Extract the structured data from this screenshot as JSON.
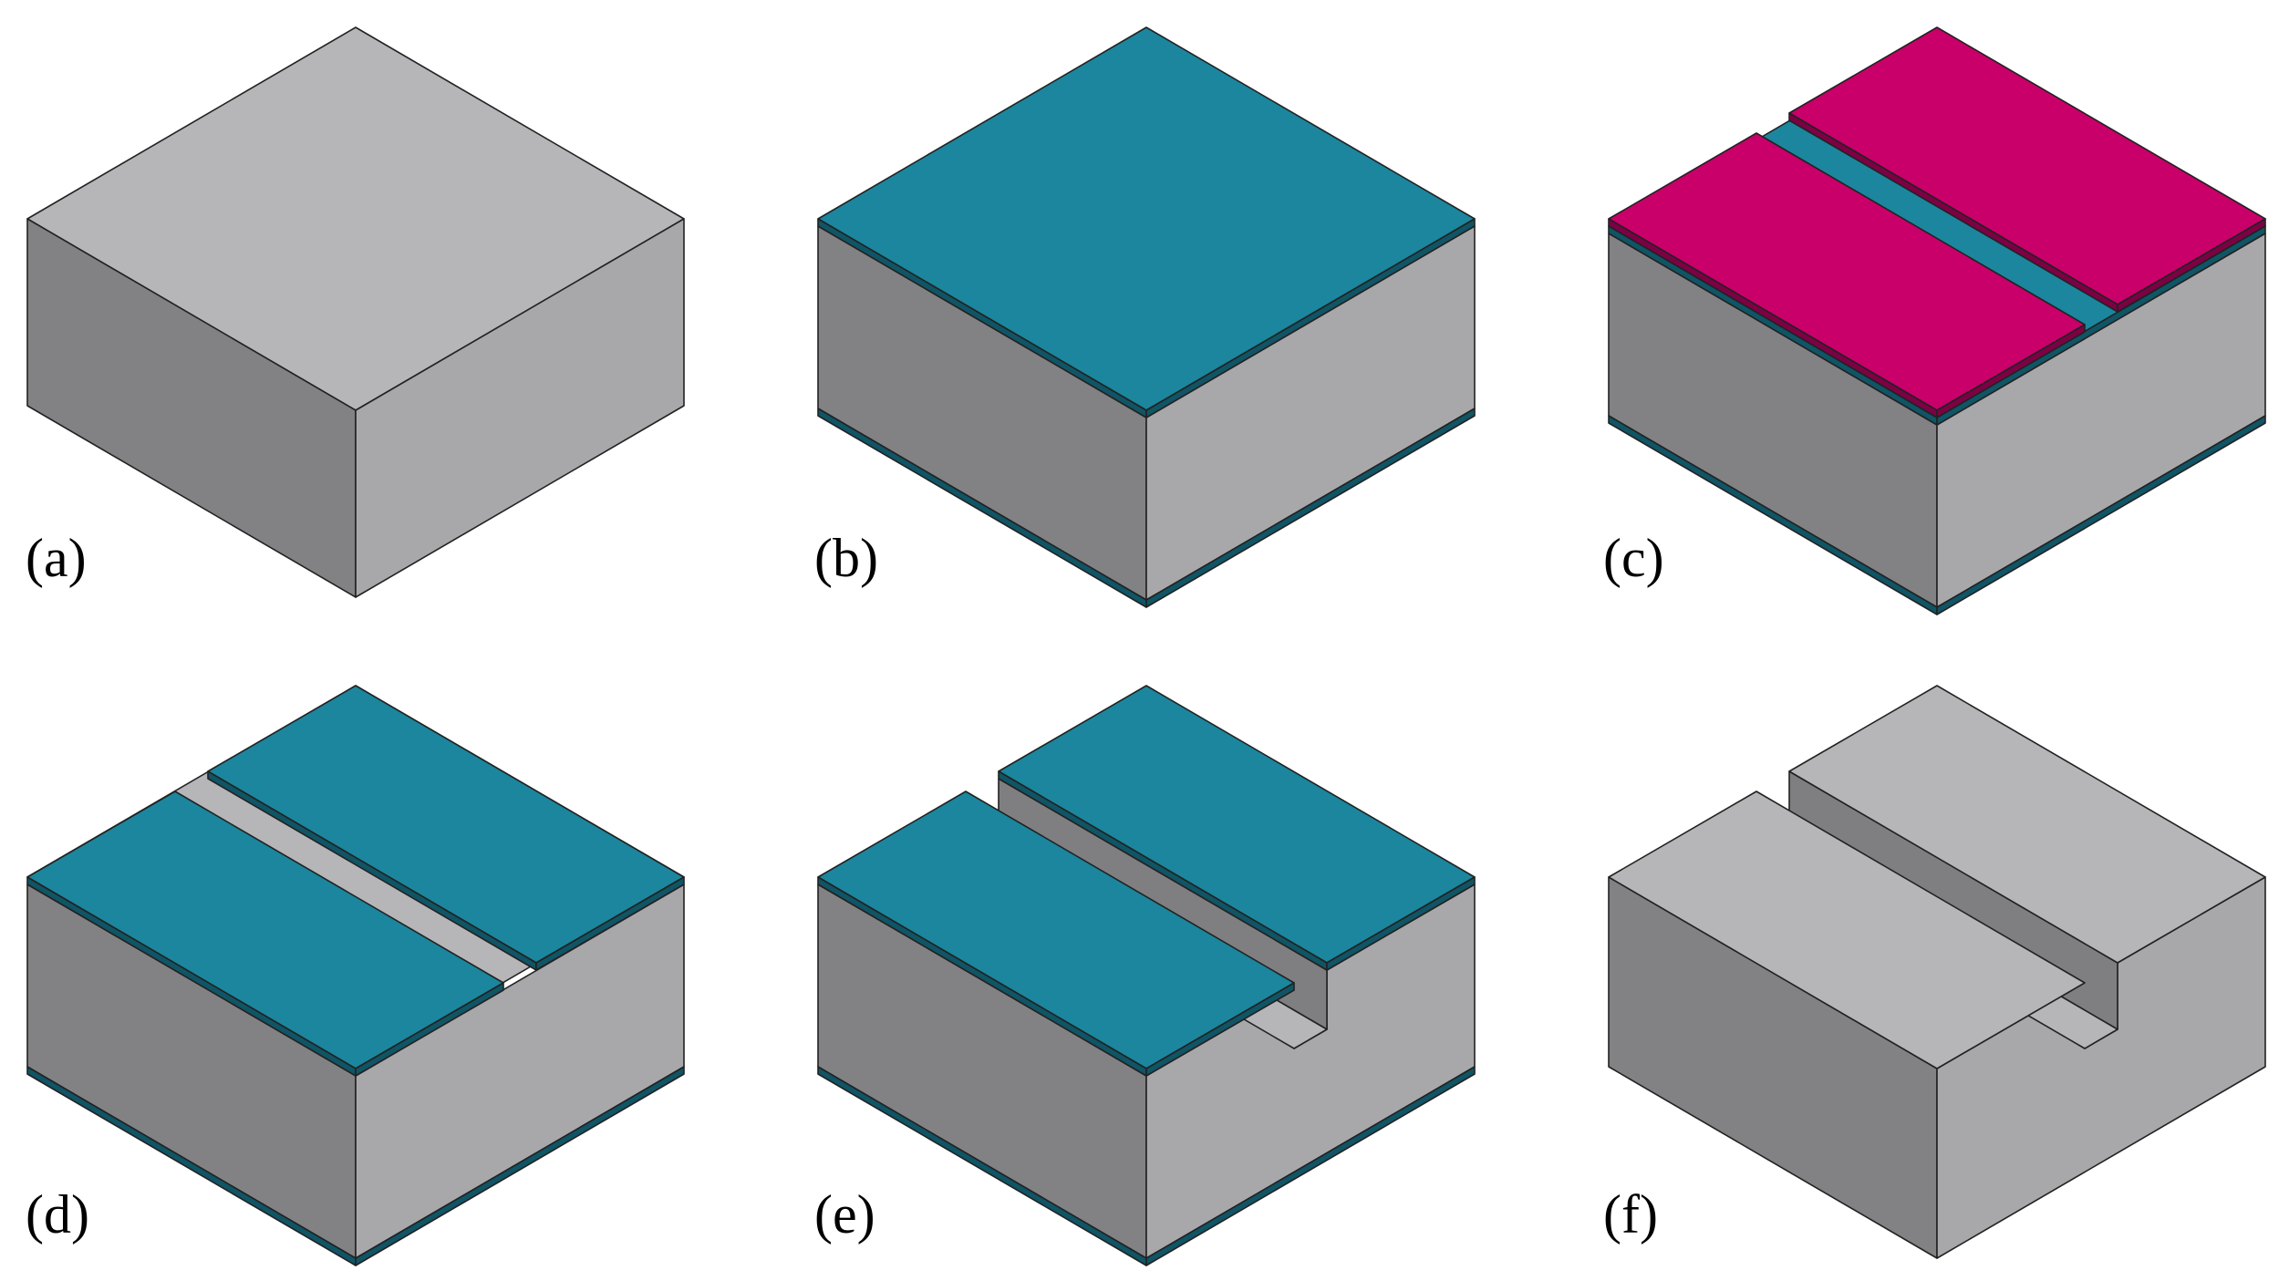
{
  "figure": {
    "panels": [
      {
        "id": "a",
        "label": "(a)",
        "step": "bare-substrate"
      },
      {
        "id": "b",
        "label": "(b)",
        "step": "film-coated-both-sides"
      },
      {
        "id": "c",
        "label": "(c)",
        "step": "patterned-resist-on-film"
      },
      {
        "id": "d",
        "label": "(d)",
        "step": "film-opened-in-trench-line"
      },
      {
        "id": "e",
        "label": "(e)",
        "step": "trench-etched-into-substrate"
      },
      {
        "id": "f",
        "label": "(f)",
        "step": "film-removed-trenched-substrate"
      }
    ]
  },
  "colors": {
    "substrate_top": "#b6b5b8",
    "substrate_front": "#828284",
    "substrate_right": "#a8a7aa",
    "trench_wall": "#7f7f81",
    "film_top": "#1b869d",
    "film_edge": "#0f5566",
    "resist_top": "#c9006a",
    "resist_edge": "#7d0045",
    "outline": "#222222"
  }
}
